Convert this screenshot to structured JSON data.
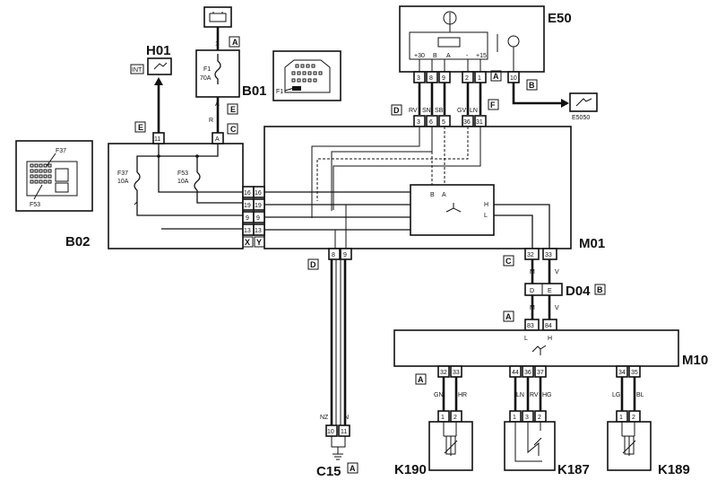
{
  "components": {
    "h01": {
      "id": "H01",
      "int": "INT"
    },
    "b01": {
      "id": "B01",
      "fuse": "F1",
      "rating": "70A",
      "pin_top": "1",
      "pin_bot": "A",
      "conn_top": "A",
      "conn_bot": "E",
      "wire": "R"
    },
    "b02": {
      "id": "B02",
      "fuse37": "F37",
      "rating37": "10A",
      "fuse53": "F53",
      "rating53": "10A",
      "pin_h01": "11",
      "pin_b01": "A",
      "conn_h01": "E",
      "conn_b01": "C",
      "pins": [
        "16",
        "19",
        "9",
        "13"
      ],
      "conn_x": "X",
      "conn_y": "Y"
    },
    "inset_left": {
      "f37": "F37",
      "f53": "F53"
    },
    "inset_mid": {
      "f1": "F1"
    },
    "e50": {
      "id": "E50",
      "pins_top": [
        "+30",
        "B",
        "A",
        "-",
        "+15"
      ],
      "pins": [
        "3",
        "8",
        "9",
        "2",
        "1",
        "10"
      ],
      "conn_a": "A",
      "conn_b": "B"
    },
    "e5050": {
      "id": "E5050"
    },
    "m01": {
      "id": "M01",
      "conn_d": "D",
      "conn_f": "F",
      "wires_left": [
        "RV",
        "SN",
        "SB"
      ],
      "pins_left": [
        "3",
        "6",
        "5"
      ],
      "wires_right": [
        "GV",
        "LN"
      ],
      "pins_right": [
        "36",
        "31"
      ],
      "pins_left_block": [
        "16",
        "19",
        "9",
        "13"
      ],
      "ecu_b": "B",
      "ecu_a": "A",
      "ecu_h": "H",
      "ecu_l": "L",
      "pins_bottom": [
        "8",
        "9"
      ],
      "conn_bottom": "D",
      "pins_right_bottom": [
        "32",
        "33"
      ],
      "conn_c": "C"
    },
    "d04": {
      "id": "D04",
      "conn": "B",
      "upper": [
        "D",
        "E"
      ],
      "wires": [
        "M",
        "V"
      ],
      "conn_a": "A",
      "pins": [
        "83",
        "84"
      ]
    },
    "m10": {
      "id": "M10",
      "l": "L",
      "h": "H",
      "conn": "A",
      "pins_k190": [
        "32",
        "33"
      ],
      "pins_k187": [
        "44",
        "36",
        "37"
      ],
      "pins_k189": [
        "34",
        "35"
      ]
    },
    "c15": {
      "id": "C15",
      "conn": "A",
      "wires": [
        "NZ",
        "N"
      ],
      "pins": [
        "10",
        "11"
      ]
    },
    "k190": {
      "id": "K190",
      "wires": [
        "GN",
        "HR"
      ],
      "pins": [
        "1",
        "2"
      ]
    },
    "k187": {
      "id": "K187",
      "wires": [
        "LN",
        "RV",
        "HG"
      ],
      "pins": [
        "1",
        "3",
        "2"
      ]
    },
    "k189": {
      "id": "K189",
      "wires": [
        "LG",
        "BL"
      ],
      "pins": [
        "1",
        "2"
      ]
    }
  }
}
